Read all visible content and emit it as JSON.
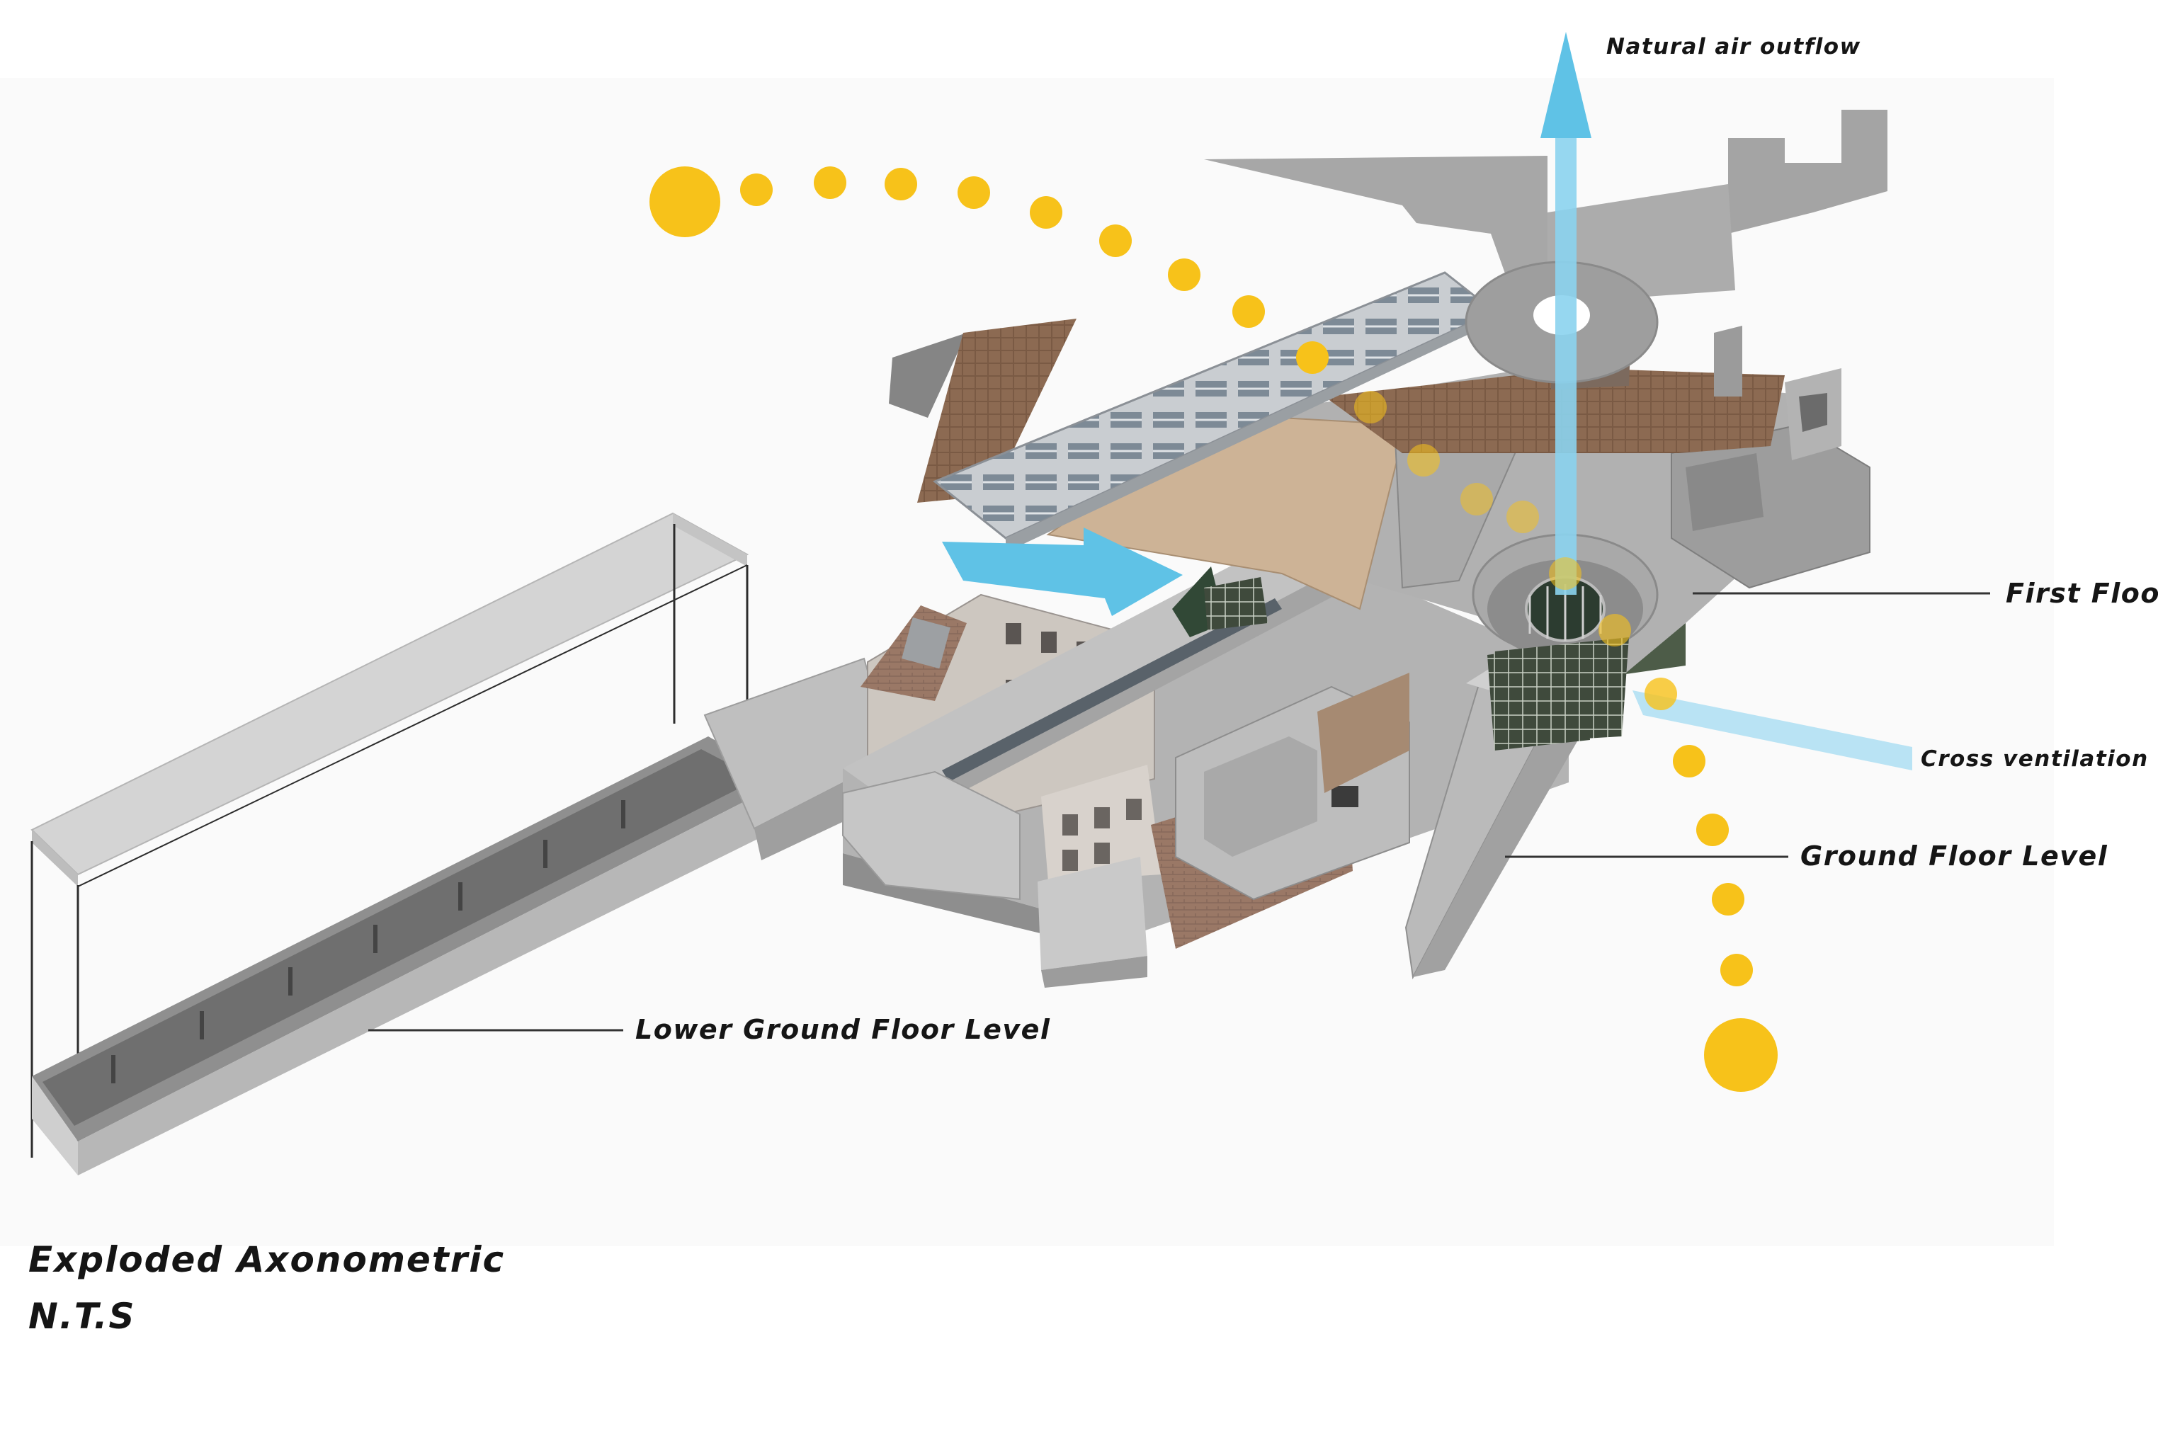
{
  "labels": {
    "air_outflow": "Natural air outflow",
    "first_floor": "First Floor",
    "cross_ventilation": "Cross ventilation",
    "ground_floor": "Ground Floor Level",
    "lower_ground_floor": "Lower Ground Floor Level"
  },
  "caption": {
    "title": "Exploded Axonometric",
    "scale_note": "N.T.S"
  },
  "colors": {
    "sun": "#f7c21a",
    "airflow_arrow": "#5fc2e6",
    "concrete": "#a8a8a8",
    "roof_timber": "#8c6a52",
    "roof_membrane": "#cdb396",
    "leader_line": "#333333"
  }
}
